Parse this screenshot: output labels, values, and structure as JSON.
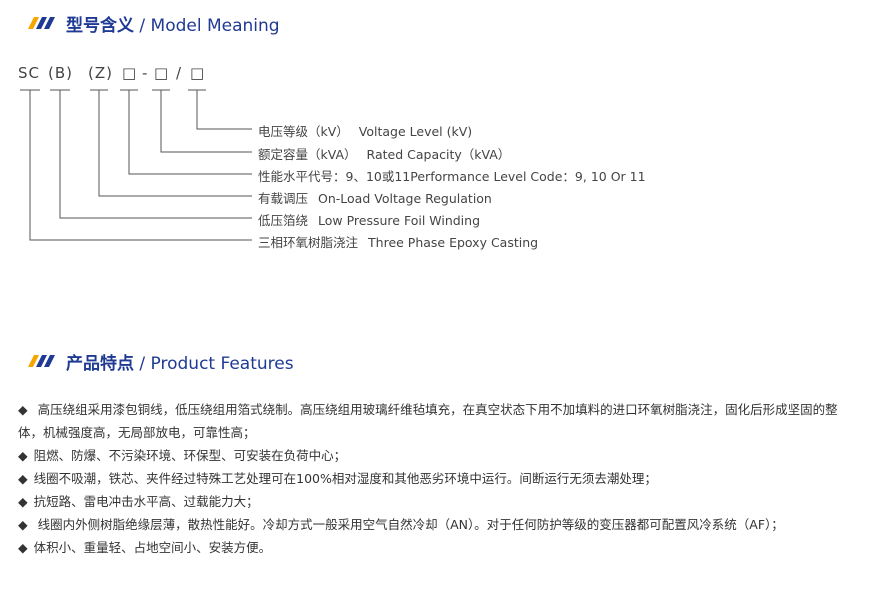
{
  "section_model": {
    "title_cn": "型号含义",
    "title_sep": " / ",
    "title_en": "Model Meaning",
    "stripe_color": "#f5a700",
    "stripe_color_2": "#1f3a93"
  },
  "model_code": {
    "parts": [
      "SC",
      "(B)",
      "(Z)",
      "□",
      "-",
      "□",
      "/",
      "□"
    ]
  },
  "model_meaning": [
    {
      "cn": "电压等级（kV）",
      "en": "Voltage Level (kV)"
    },
    {
      "cn": "额定容量（kVA）",
      "en": "Rated Capacity（kVA）"
    },
    {
      "cn": "性能水平代号：9、10或11",
      "en": "Performance Level Code：9, 10 Or 11"
    },
    {
      "cn": "有载调压",
      "en": "On-Load Voltage Regulation"
    },
    {
      "cn": "低压箔绕",
      "en": "Low Pressure Foil Winding"
    },
    {
      "cn": "三相环氧树脂浇注",
      "en": "Three Phase Epoxy Casting"
    }
  ],
  "section_features": {
    "title_cn": "产品特点",
    "title_sep": " / ",
    "title_en": "Product Features"
  },
  "features": [
    "高压绕组采用漆包铜线，低压绕组用箔式绕制。高压绕组用玻璃纤维毡填充，在真空状态下用不加填料的进口环氧树脂浇注，固化后形成坚固的整体，机械强度高，无局部放电，可靠性高；",
    "阻燃、防爆、不污染环境、环保型、可安装在负荷中心；",
    "线圈不吸潮，铁芯、夹件经过特殊工艺处理可在100%相对湿度和其他恶劣环境中运行。间断运行无须去潮处理；",
    "抗短路、雷电冲击水平高、过载能力大；",
    "线圈内外侧树脂绝缘层薄，散热性能好。冷却方式一般采用空气自然冷却（AN）。对于任何防护等级的变压器都可配置风冷系统（AF）；",
    "体积小、重量轻、占地空间小、安装方便。"
  ],
  "bullet_symbol": "◆"
}
